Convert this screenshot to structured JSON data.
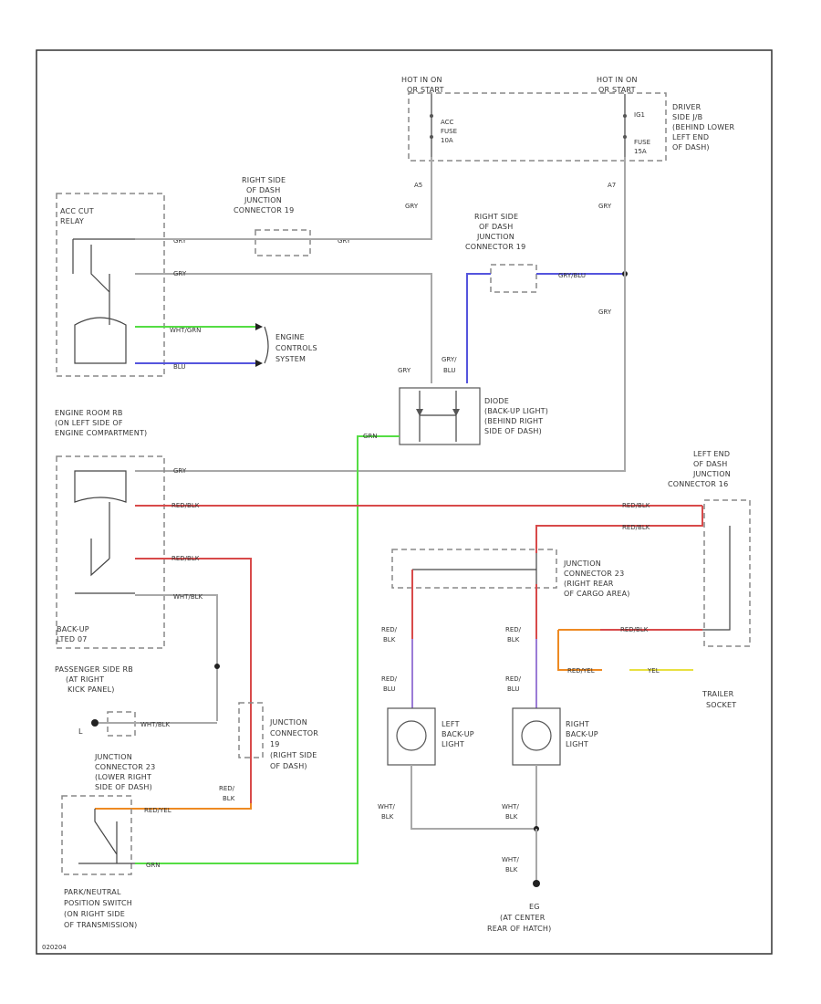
{
  "colors": {
    "gray": "#a8a8a8",
    "red": "#d84a4a",
    "green": "#55dd44",
    "blue": "#5555dd",
    "violet": "#9b7bd6",
    "orange": "#ee8a22",
    "yellow": "#e8e040",
    "line": "#555555"
  },
  "hot_left": {
    "line1": "HOT IN ON",
    "line2": "OR START",
    "fuse_1": "ACC",
    "fuse_2": "FUSE",
    "fuse_3": "10A",
    "pin": "A5",
    "wire": "GRY"
  },
  "hot_right": {
    "line1": "HOT IN ON",
    "line2": "OR START",
    "fuse_1": "IG1",
    "fuse_2": "FUSE",
    "fuse_3": "15A",
    "pin": "A7",
    "wire": "GRY"
  },
  "driver_jb": {
    "line1": "DRIVER",
    "line2": "SIDE J/B",
    "line3": "(BEHIND LOWER",
    "line4": "LEFT END",
    "line5": "OF DASH)"
  },
  "acc_relay": {
    "line1": "ACC CUT",
    "line2": "RELAY",
    "wire1": "GRY",
    "wire2": "GRY",
    "wire3": "WHT/GRN",
    "wire4": "BLU"
  },
  "jc19_top": {
    "line1": "RIGHT SIDE",
    "line2": "OF DASH",
    "line3": "JUNCTION",
    "line4": "CONNECTOR 19",
    "wire": "GRY"
  },
  "jc19_mid": {
    "line1": "RIGHT SIDE",
    "line2": "OF DASH",
    "line3": "JUNCTION",
    "line4": "CONNECTOR 19",
    "wire": "GRY/BLU"
  },
  "gry_right": "GRY",
  "engine_controls": {
    "line1": "ENGINE",
    "line2": "CONTROLS",
    "line3": "SYSTEM"
  },
  "engine_room_rb": {
    "line1": "ENGINE ROOM RB",
    "line2": "(ON LEFT SIDE OF",
    "line3": "ENGINE COMPARTMENT)"
  },
  "diode": {
    "line1": "DIODE",
    "line2": "(BACK-UP LIGHT)",
    "line3": "(BEHIND RIGHT",
    "line4": "SIDE OF DASH)",
    "wire_left": "GRY",
    "wire_right_1": "GRY/",
    "wire_right_2": "BLU",
    "wire_green": "GRN"
  },
  "backup_relay": {
    "line1": "BACK-UP",
    "line2": "LTED 07",
    "wire1": "GRY",
    "wire2": "RED/BLK",
    "wire3": "RED/BLK",
    "wire4": "WHT/BLK"
  },
  "left_end_jc": {
    "line1": "LEFT END",
    "line2": "OF DASH",
    "line3": "JUNCTION",
    "line4": "CONNECTOR 16",
    "wire1": "RED/BLK",
    "wire2": "RED/BLK"
  },
  "jc23_rear": {
    "line1": "JUNCTION",
    "line2": "CONNECTOR 23",
    "line3": "(RIGHT REAR",
    "line4": "OF CARGO AREA)"
  },
  "passenger_rb": {
    "line1": "PASSENGER SIDE RB",
    "line2": "(AT RIGHT",
    "line3": "KICK PANEL)",
    "wire": "WHT/BLK"
  },
  "jc19_right": {
    "line1": "JUNCTION",
    "line2": "CONNECTOR",
    "line3": "19",
    "line4": "(RIGHT SIDE",
    "line5": "OF DASH)",
    "wire1": "RED/",
    "wire2": "BLK"
  },
  "jc23_lower": {
    "line1": "JUNCTION",
    "line2": "CONNECTOR 23",
    "line3": "(LOWER RIGHT",
    "line4": "SIDE OF DASH)",
    "wire": "RED/YEL"
  },
  "pn_switch": {
    "line1": "PARK/NEUTRAL",
    "line2": "POSITION SWITCH",
    "line3": "(ON RIGHT SIDE",
    "line4": "OF TRANSMISSION)",
    "wire": "GRN"
  },
  "left_backup": {
    "line1": "LEFT",
    "line2": "BACK-UP",
    "line3": "LIGHT",
    "wire_top_1": "RED/",
    "wire_top_2": "BLK",
    "wire_mid_1": "RED/",
    "wire_mid_2": "BLU",
    "wire_bot_1": "WHT/",
    "wire_bot_2": "BLK"
  },
  "right_backup": {
    "line1": "RIGHT",
    "line2": "BACK-UP",
    "line3": "LIGHT",
    "wire_top_1": "RED/",
    "wire_top_2": "BLK",
    "wire_mid_1": "RED/",
    "wire_mid_2": "BLU",
    "wire_bot_1": "WHT/",
    "wire_bot_2": "BLK"
  },
  "trailer_socket": {
    "line1": "TRAILER",
    "line2": "SOCKET",
    "wire1": "RED/BLK",
    "wire2": "RED/YEL",
    "wire3": "YEL"
  },
  "ground_g1": {
    "wire1": "WHT/",
    "wire2": "BLK",
    "line1": "EG",
    "line2": "(AT CENTER",
    "line3": "REAR OF HATCH)"
  },
  "ground_l": "L",
  "footer": "020204"
}
